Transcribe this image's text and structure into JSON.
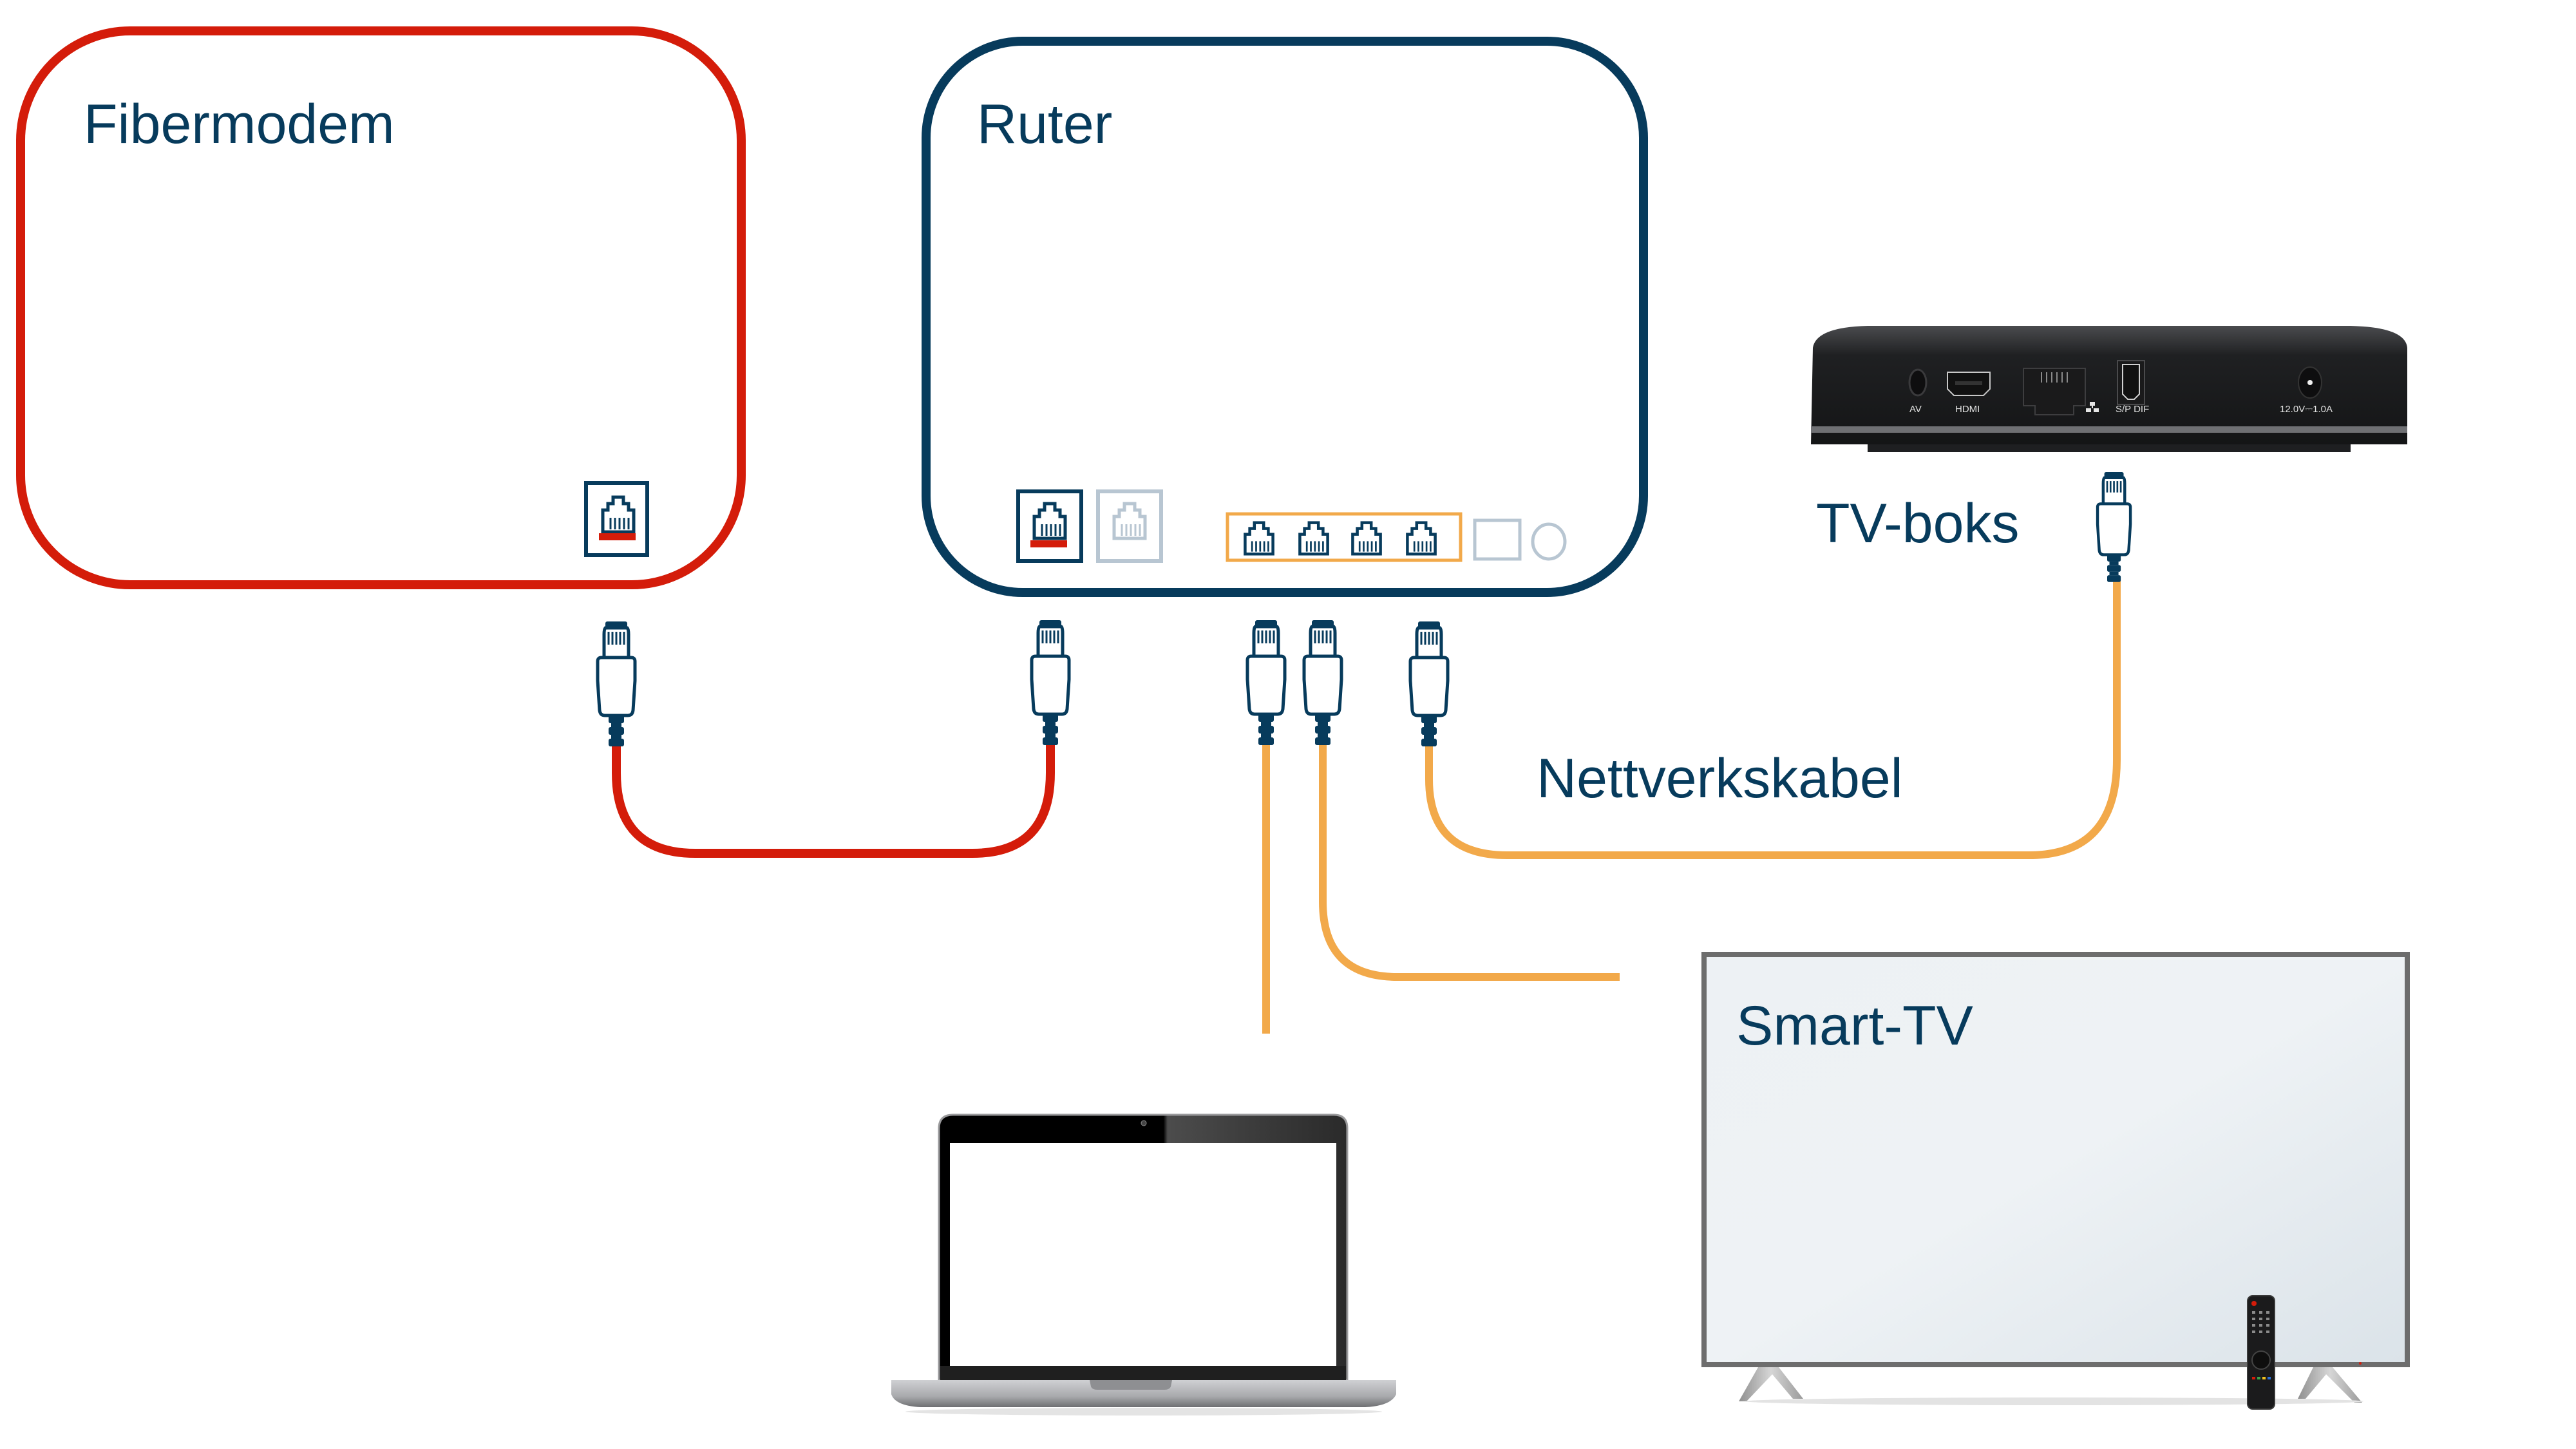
{
  "colors": {
    "navy": "#073b5c",
    "red": "#d41c0a",
    "orange": "#f2a94a",
    "grey_port": "#b8c6d2",
    "tvbox_body": "#2b2c2e",
    "tv_screen": "#e9eef2"
  },
  "devices": {
    "fibermodem": {
      "label": "Fibermodem"
    },
    "router": {
      "label": "Ruter",
      "lan_port_count": 4
    },
    "tv_box": {
      "label": "TV-boks",
      "port_labels": [
        "AV",
        "HDMI",
        "S/P DIF",
        "12.0V⎓1.0A"
      ]
    },
    "smart_tv": {
      "label": "Smart-TV"
    },
    "laptop": {
      "label": ""
    }
  },
  "cables": {
    "label": "Nettverkskabel"
  },
  "icons": {
    "ethernet_port": "ethernet-port-icon",
    "rj45_plug": "rj45-plug-icon",
    "network": "network-icon"
  }
}
